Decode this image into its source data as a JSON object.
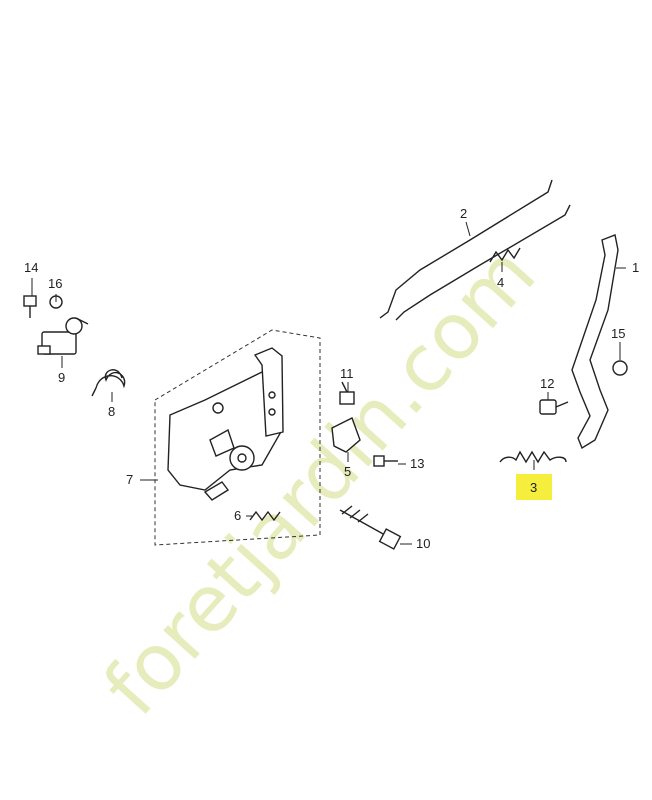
{
  "watermark": {
    "text": "foretjardin.com",
    "color": "#cfdc8a"
  },
  "highlight_color": "#f6ee3c",
  "callouts": [
    {
      "id": "1",
      "text": "1"
    },
    {
      "id": "2",
      "text": "2"
    },
    {
      "id": "3",
      "text": "3",
      "highlighted": true
    },
    {
      "id": "4",
      "text": "4"
    },
    {
      "id": "5",
      "text": "5"
    },
    {
      "id": "6",
      "text": "6"
    },
    {
      "id": "7",
      "text": "7"
    },
    {
      "id": "8",
      "text": "8"
    },
    {
      "id": "9",
      "text": "9"
    },
    {
      "id": "10",
      "text": "10"
    },
    {
      "id": "11",
      "text": "11"
    },
    {
      "id": "12",
      "text": "12"
    },
    {
      "id": "13",
      "text": "13"
    },
    {
      "id": "14",
      "text": "14"
    },
    {
      "id": "15",
      "text": "15"
    },
    {
      "id": "16",
      "text": "16"
    }
  ]
}
